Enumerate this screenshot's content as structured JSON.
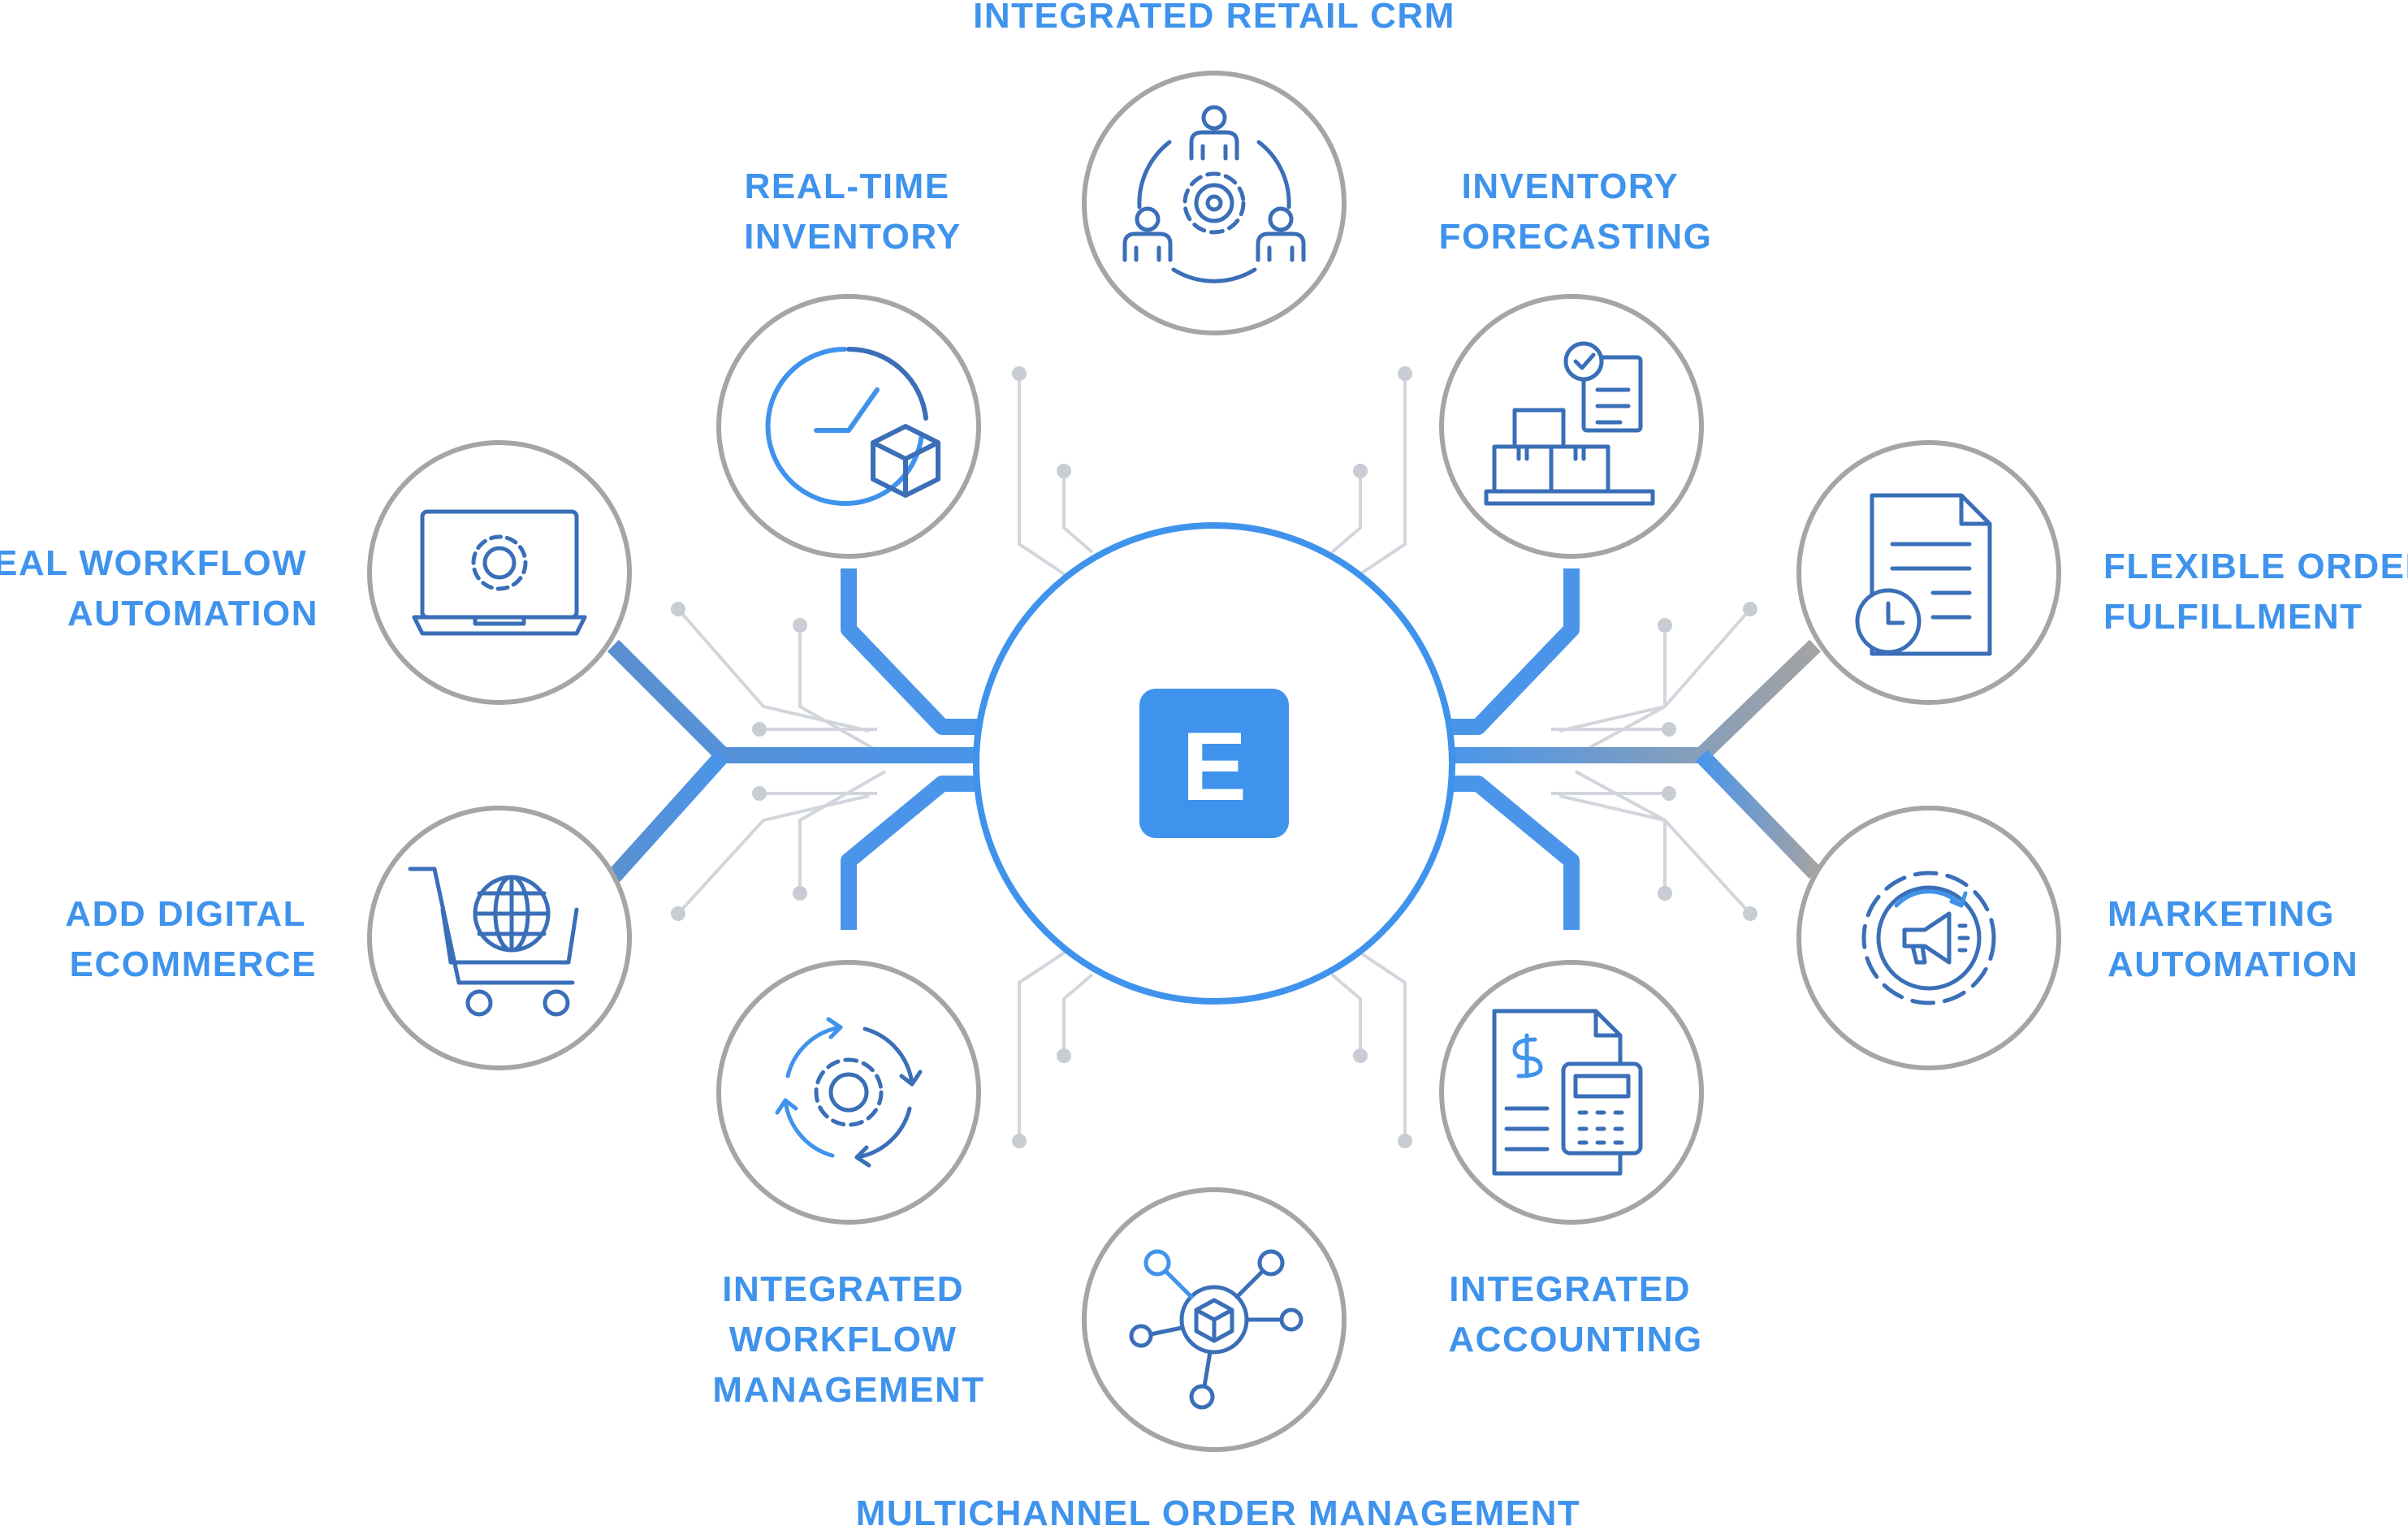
{
  "hub": {
    "letter": "E"
  },
  "features": [
    {
      "id": "crm",
      "lines": [
        "INTEGRATED RETAIL CRM"
      ],
      "icon": "crm-team-gear-icon"
    },
    {
      "id": "realtime",
      "lines": [
        "REAL-TIME",
        "INVENTORY"
      ],
      "icon": "clock-box-icon"
    },
    {
      "id": "forecast",
      "lines": [
        "INVENTORY",
        "FORECASTING"
      ],
      "icon": "boxes-checklist-icon"
    },
    {
      "id": "workflow-auto",
      "lines": [
        "REAL WORKFLOW",
        "AUTOMATION"
      ],
      "icon": "laptop-gear-icon"
    },
    {
      "id": "fulfillment",
      "lines": [
        "FLEXIBLE ORDER",
        "FULFILLMENT"
      ],
      "icon": "document-clock-icon"
    },
    {
      "id": "ecommerce",
      "lines": [
        "ADD DIGITAL",
        "ECOMMERCE"
      ],
      "icon": "cart-globe-icon"
    },
    {
      "id": "marketing",
      "lines": [
        "MARKETING",
        "AUTOMATION"
      ],
      "icon": "gear-megaphone-icon"
    },
    {
      "id": "workflow-mgmt",
      "lines": [
        "INTEGRATED",
        "WORKFLOW",
        "MANAGEMENT"
      ],
      "icon": "gear-cycle-icon"
    },
    {
      "id": "accounting",
      "lines": [
        "INTEGRATED",
        "ACCOUNTING"
      ],
      "icon": "invoice-calculator-icon"
    },
    {
      "id": "multichannel",
      "lines": [
        "MULTICHANNEL ORDER MANAGEMENT"
      ],
      "icon": "box-network-icon"
    }
  ],
  "colors": {
    "blue": "#3f93ec",
    "gray": "#9a9a9a",
    "icon_stroke": "#3a6fb8"
  }
}
